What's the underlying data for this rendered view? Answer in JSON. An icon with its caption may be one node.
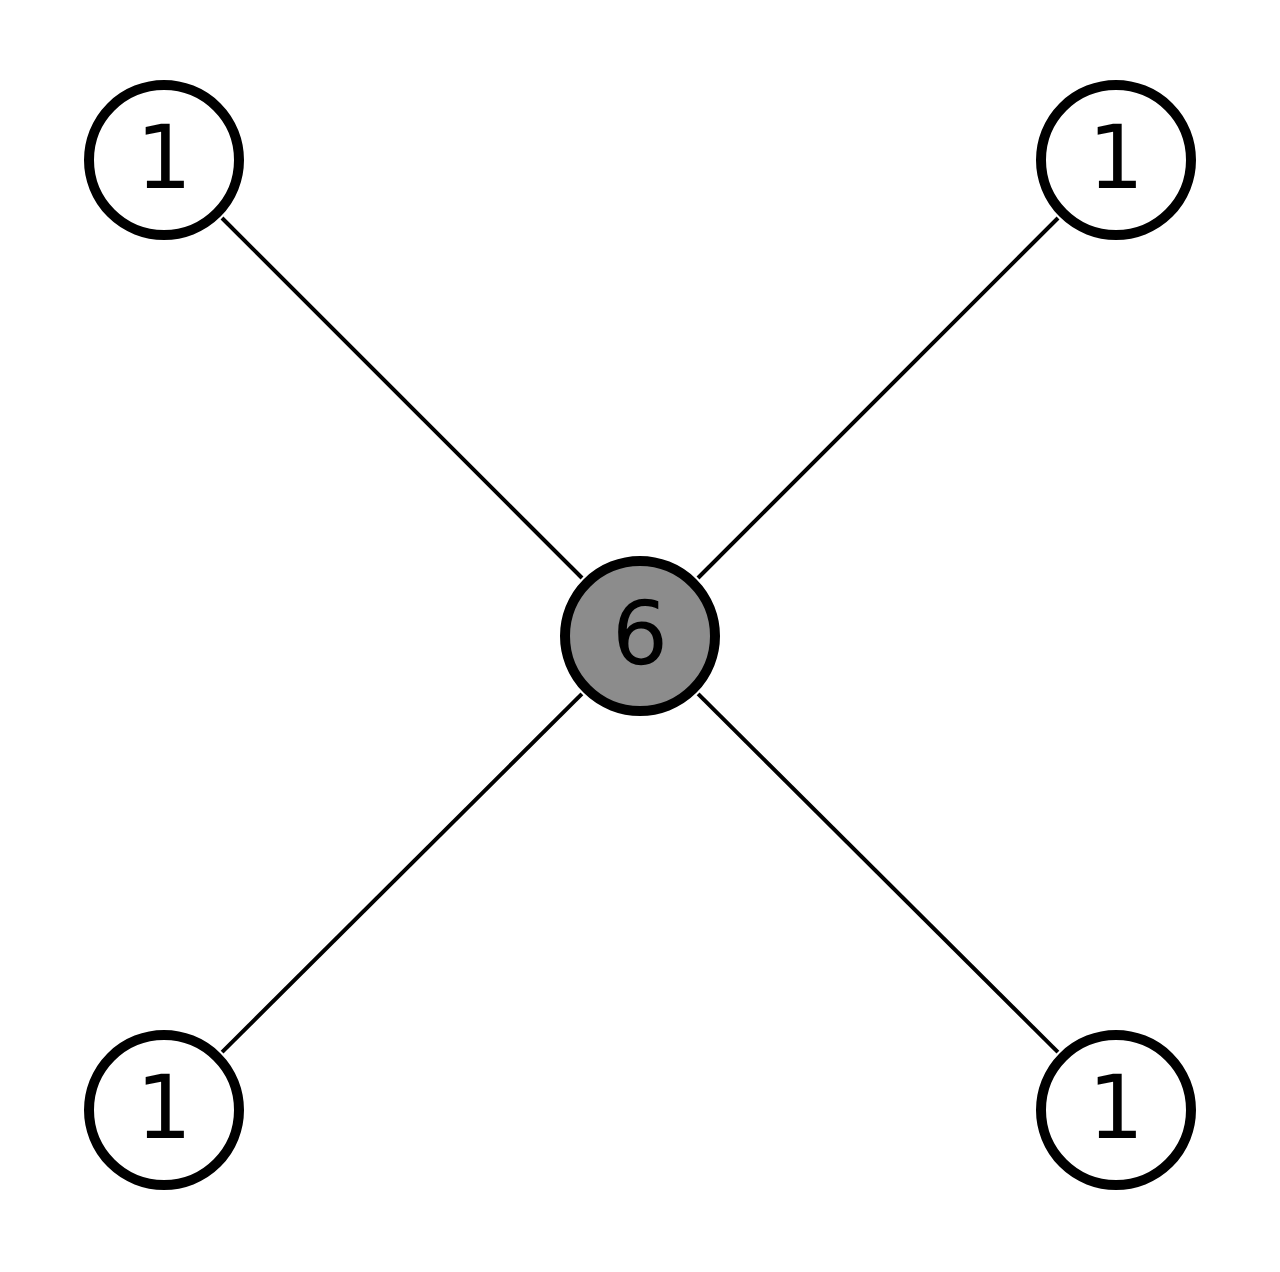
{
  "diagram": {
    "nodes": [
      {
        "text": [
          "1"
        ]
      },
      {
        "text": [
          "1"
        ]
      },
      {
        "text": [
          "6"
        ]
      },
      {
        "text": [
          "1"
        ]
      },
      {
        "text": [
          "1"
        ]
      }
    ],
    "edges": [
      {
        "from": 0,
        "to": 2,
        "arrow": "none"
      },
      {
        "from": 1,
        "to": 2,
        "arrow": "none"
      },
      {
        "from": 2,
        "to": 3,
        "arrow": "none"
      },
      {
        "from": 2,
        "to": 4,
        "arrow": "none"
      }
    ]
  }
}
